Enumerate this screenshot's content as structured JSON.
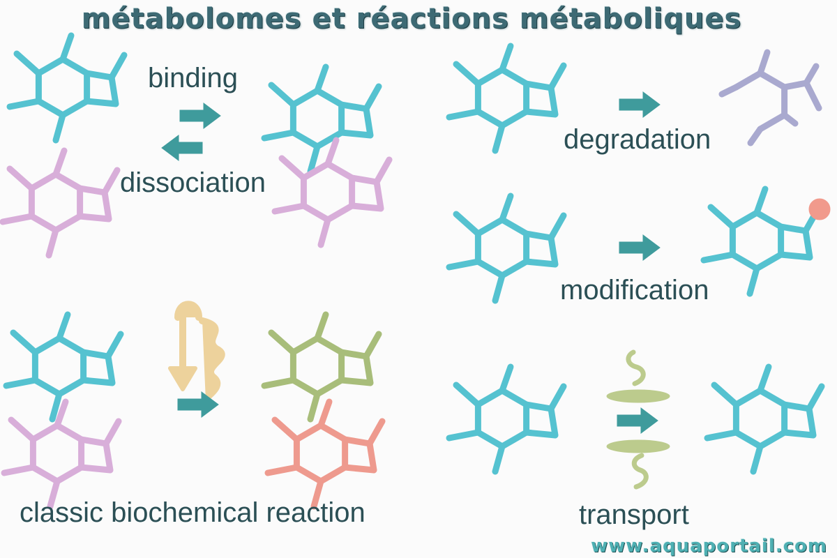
{
  "title": "métabolomes et réactions métaboliques",
  "labels": {
    "binding": "binding",
    "dissociation": "dissociation",
    "degradation": "degradation",
    "modification": "modification",
    "classic": "classic biochemical reaction",
    "transport": "transport"
  },
  "watermark": "www.aquaportail.com",
  "colors": {
    "cyan": "#55c2d0",
    "pink": "#d8aed9",
    "lavender": "#a9a9cf",
    "olive": "#a8bd7a",
    "salmon": "#ee9a8e",
    "arrow": "#3f9b9c",
    "enzyme": "#edd29c",
    "membrane": "#bccb8d",
    "modification_dot": "#f19a8c",
    "text": "#2b4f55"
  }
}
